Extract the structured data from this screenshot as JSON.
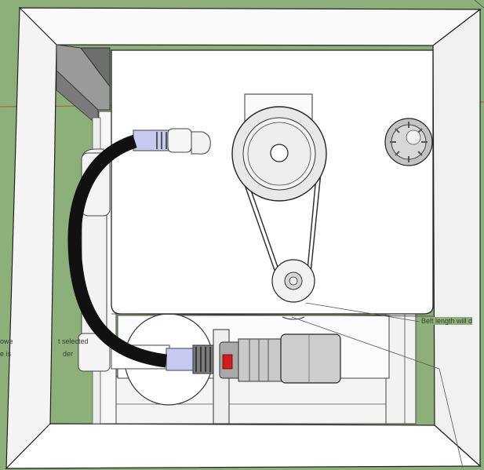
{
  "colors": {
    "background": "#8db07a",
    "frame": "#ffffff",
    "frame_outline": "#222222",
    "hose": "#111111",
    "clamp": "#c8c9f0",
    "motor": "#c9c9c9",
    "indicator": "#d01e1e",
    "axis_red": "#c0392b"
  },
  "annotations": {
    "belt_note": "Belt length will d",
    "left_note_line1_a": "owe",
    "left_note_line1_b": "t selected",
    "left_note_line2_a": "e is",
    "left_note_line2_b": "der"
  },
  "icons": {
    "pulley": "pulley-icon",
    "knob": "knob-icon",
    "motor": "motor-icon"
  }
}
